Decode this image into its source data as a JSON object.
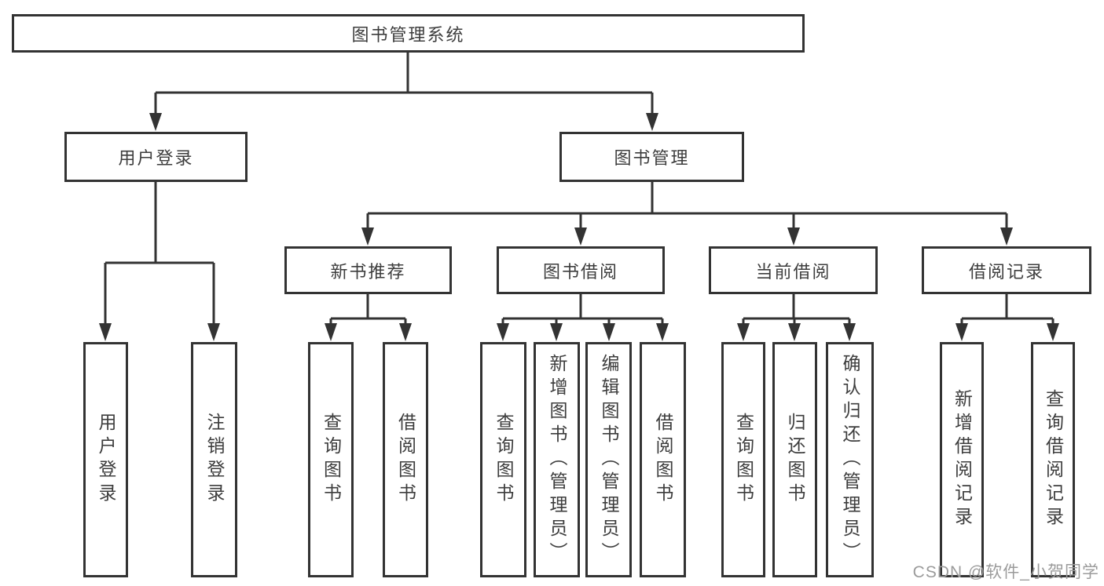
{
  "diagram": {
    "root": {
      "label": "图书管理系统",
      "children": [
        {
          "label": "用户登录",
          "children": [
            {
              "label": "用户登录"
            },
            {
              "label": "注销登录"
            }
          ]
        },
        {
          "label": "图书管理",
          "children": [
            {
              "label": "新书推荐",
              "children": [
                {
                  "label": "查询图书"
                },
                {
                  "label": "借阅图书"
                }
              ]
            },
            {
              "label": "图书借阅",
              "children": [
                {
                  "label": "查询图书"
                },
                {
                  "label": "新增图书（管理员）"
                },
                {
                  "label": "编辑图书（管理员）"
                },
                {
                  "label": "借阅图书"
                }
              ]
            },
            {
              "label": "当前借阅",
              "children": [
                {
                  "label": "查询图书"
                },
                {
                  "label": "归还图书"
                },
                {
                  "label": "确认归还（管理员）"
                }
              ]
            },
            {
              "label": "借阅记录",
              "children": [
                {
                  "label": "新增借阅记录"
                },
                {
                  "label": "查询借阅记录"
                }
              ]
            }
          ]
        }
      ]
    },
    "style": {
      "line_color": "#333333",
      "text_color": "#3d3d3d",
      "watermark_color": "#9b9b9b"
    }
  },
  "watermark": "CSDN @软件_小贺同学"
}
